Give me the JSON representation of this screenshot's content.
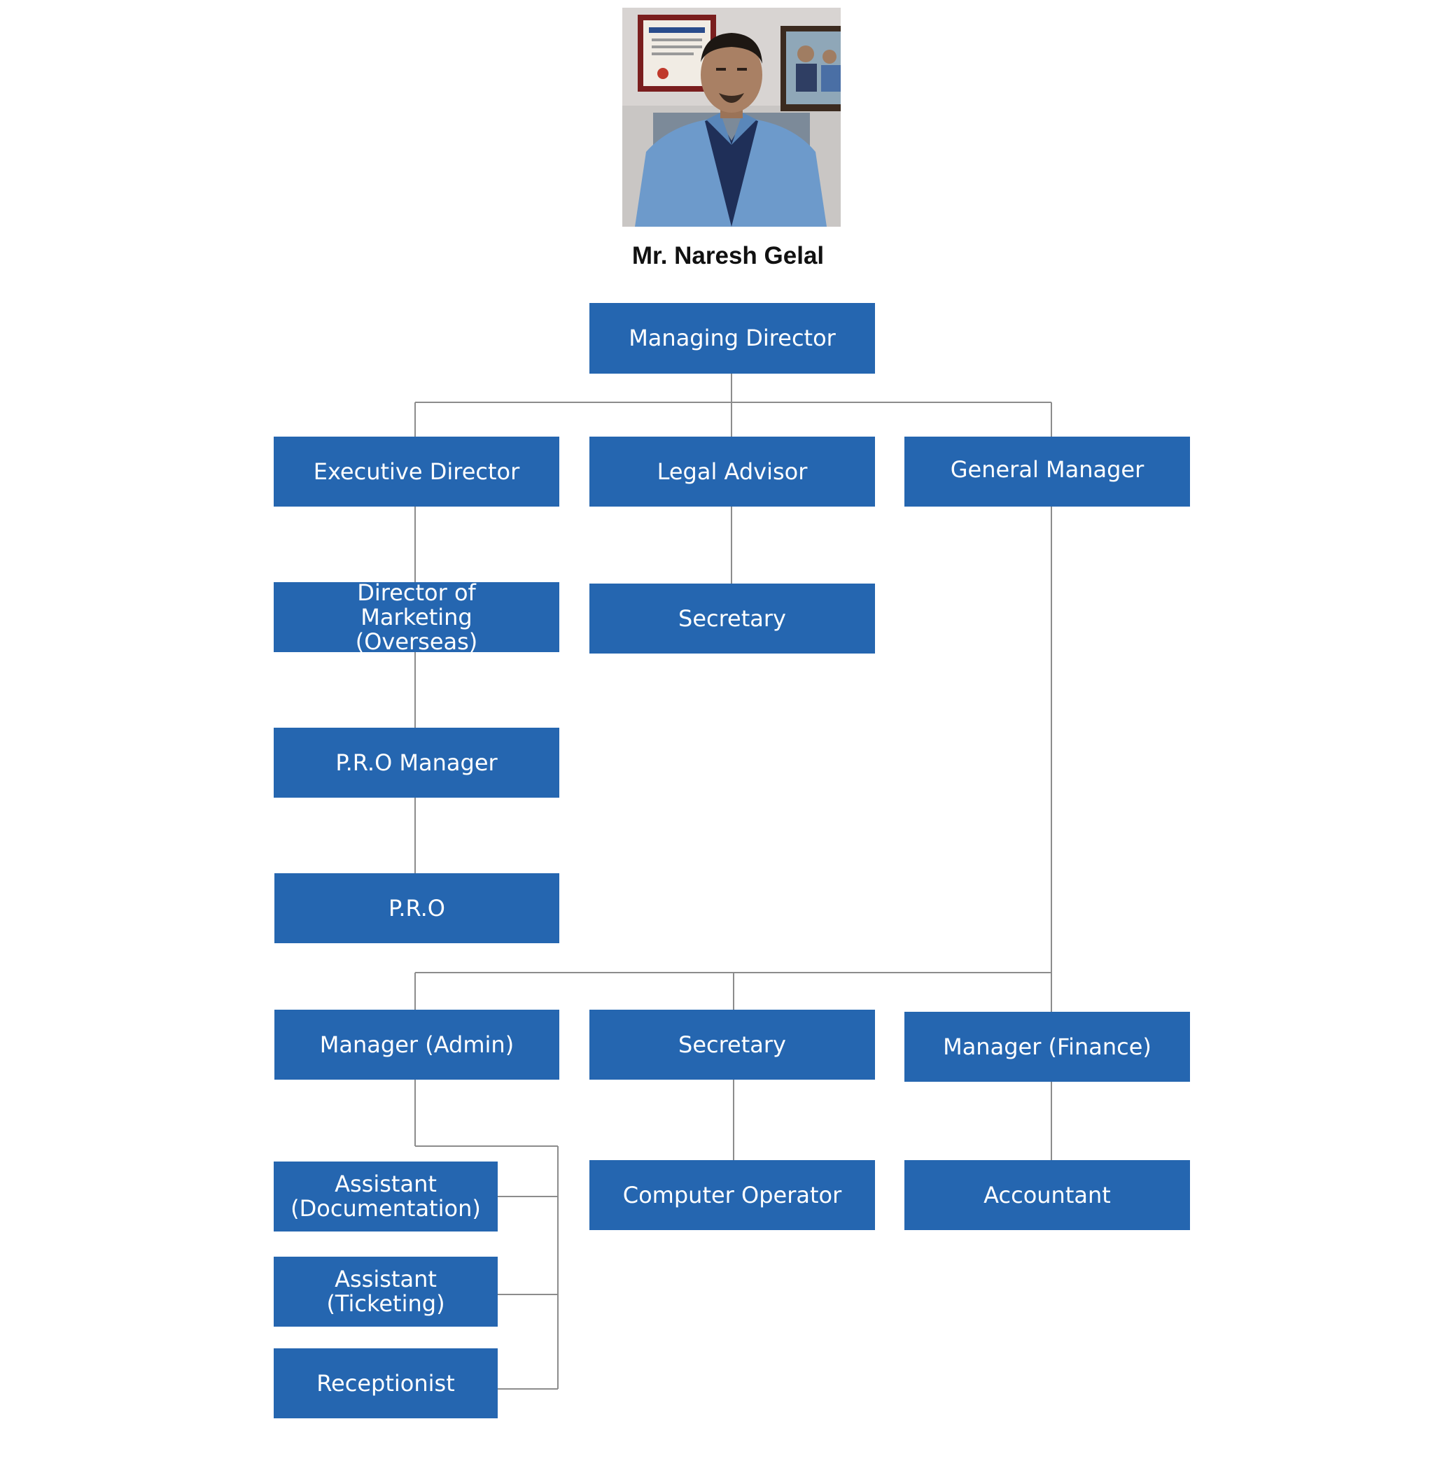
{
  "colors": {
    "box_fill": "#2566b0",
    "box_text": "#ffffff",
    "connector": "#8c8c8c",
    "name_text": "#111111"
  },
  "person": {
    "name": "Mr. Naresh Gelal",
    "photo_icon": "portrait-photo"
  },
  "nodes": {
    "managing_director": "Managing Director",
    "executive_director": "Executive Director",
    "legal_advisor": "Legal Advisor",
    "general_manager": "General Manager",
    "director_marketing": "Director of Marketing (Overseas)",
    "secretary_legal": "Secretary",
    "pro_manager": "P.R.O Manager",
    "pro": "P.R.O",
    "manager_admin": "Manager (Admin)",
    "secretary_gm": "Secretary",
    "manager_finance": "Manager (Finance)",
    "assistant_documentation": "Assistant (Documentation)",
    "assistant_ticketing": "Assistant (Ticketing)",
    "receptionist": "Receptionist",
    "computer_operator": "Computer Operator",
    "accountant": "Accountant"
  },
  "edges": [
    [
      "managing_director",
      "executive_director"
    ],
    [
      "managing_director",
      "legal_advisor"
    ],
    [
      "managing_director",
      "general_manager"
    ],
    [
      "executive_director",
      "director_marketing"
    ],
    [
      "director_marketing",
      "pro_manager"
    ],
    [
      "pro_manager",
      "pro"
    ],
    [
      "legal_advisor",
      "secretary_legal"
    ],
    [
      "general_manager",
      "manager_admin"
    ],
    [
      "general_manager",
      "secretary_gm"
    ],
    [
      "general_manager",
      "manager_finance"
    ],
    [
      "manager_admin",
      "assistant_documentation"
    ],
    [
      "manager_admin",
      "assistant_ticketing"
    ],
    [
      "manager_admin",
      "receptionist"
    ],
    [
      "secretary_gm",
      "computer_operator"
    ],
    [
      "manager_finance",
      "accountant"
    ]
  ]
}
